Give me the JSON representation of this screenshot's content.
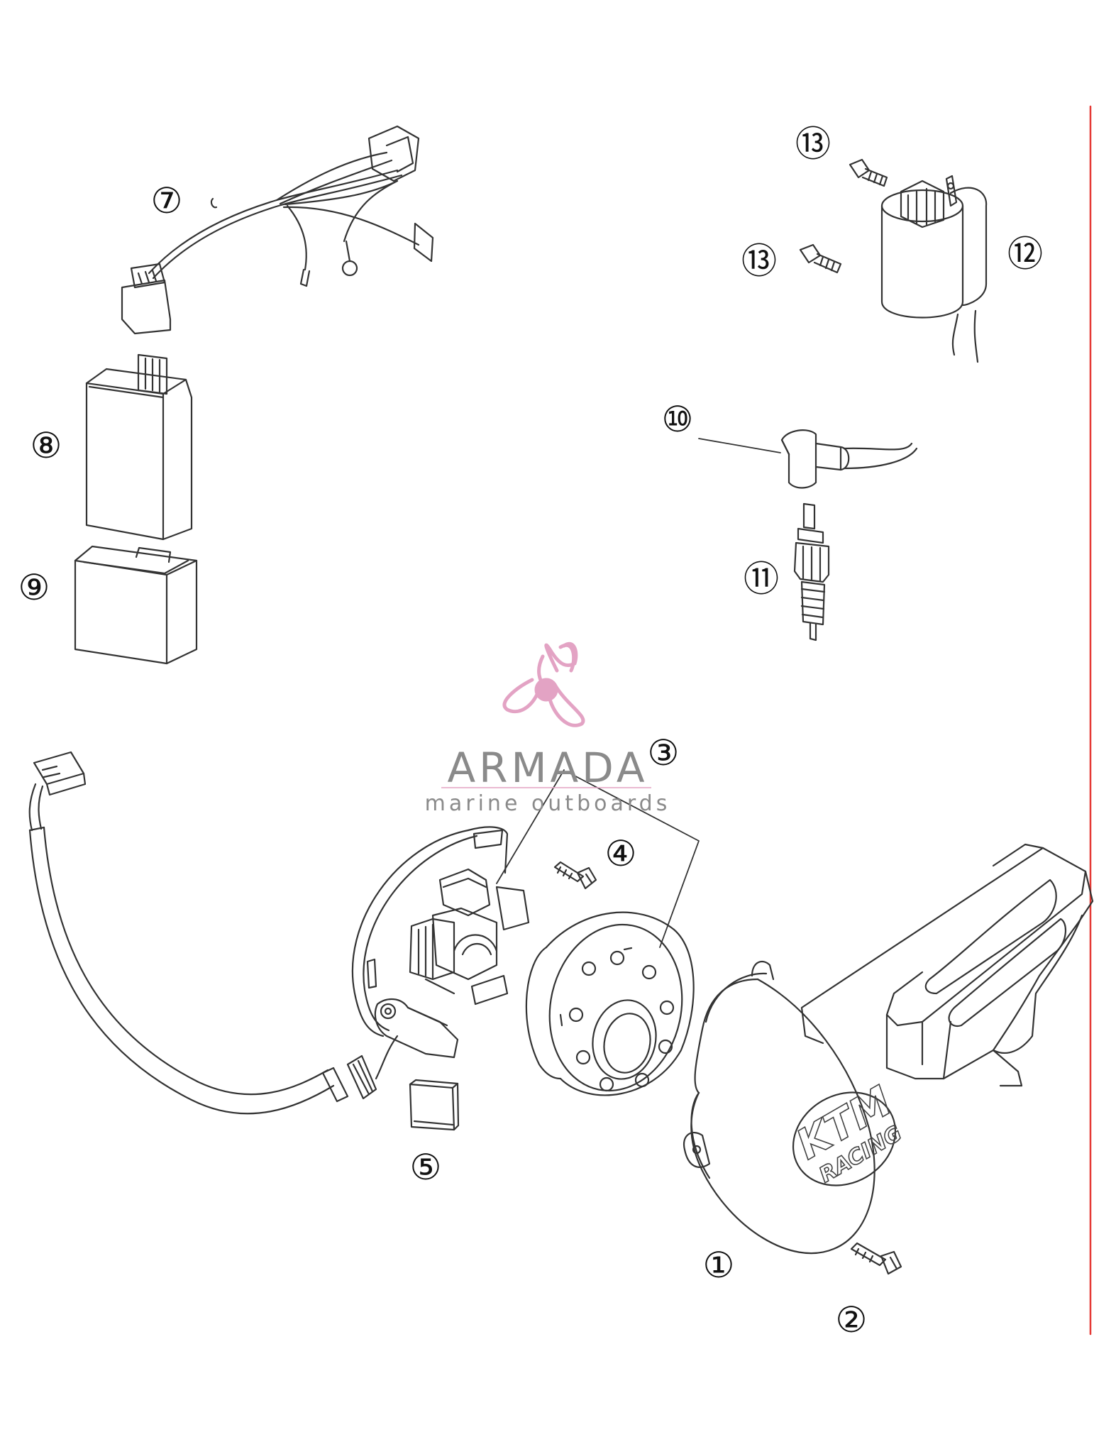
{
  "watermark": {
    "title": "ARMADA",
    "subtitle": "marine outboards",
    "accent_color": "#e3a3c4",
    "icon": "propeller-icon"
  },
  "cover_logo": {
    "brand": "KTM",
    "sub": "RACING"
  },
  "callouts": [
    "①",
    "②",
    "③",
    "④",
    "⑤",
    "⑦",
    "⑧",
    "⑨",
    "⑩",
    "⑪",
    "⑫",
    "⑬",
    "⑬"
  ],
  "margin_line_color": "#e53935"
}
